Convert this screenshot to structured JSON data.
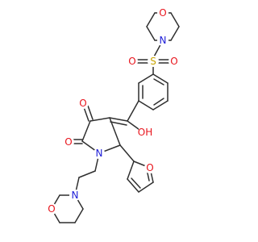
{
  "molecule": {
    "atoms": [
      {
        "id": "o_morph_top",
        "label": "O",
        "color": "#e8141c"
      },
      {
        "id": "n_morph_top",
        "label": "N",
        "color": "#2020d8"
      },
      {
        "id": "s_sulfonyl",
        "label": "S",
        "color": "#c8a400"
      },
      {
        "id": "o_sulfonyl_left",
        "label": "O",
        "color": "#e8141c"
      },
      {
        "id": "o_sulfonyl_right",
        "label": "O",
        "color": "#e8141c"
      },
      {
        "id": "oh_hydroxyl",
        "label": "OH",
        "color": "#e8141c"
      },
      {
        "id": "o_ketone_upper",
        "label": "O",
        "color": "#e8141c"
      },
      {
        "id": "o_ketone_lower",
        "label": "O",
        "color": "#e8141c"
      },
      {
        "id": "n_pyrrolidine",
        "label": "N",
        "color": "#2020d8"
      },
      {
        "id": "o_furan",
        "label": "O",
        "color": "#e8141c"
      },
      {
        "id": "n_morph_bottom",
        "label": "N",
        "color": "#2020d8"
      },
      {
        "id": "o_morph_bottom",
        "label": "O",
        "color": "#e8141c"
      }
    ],
    "bond_color": "#2f2f2f",
    "background": "#ffffff"
  }
}
